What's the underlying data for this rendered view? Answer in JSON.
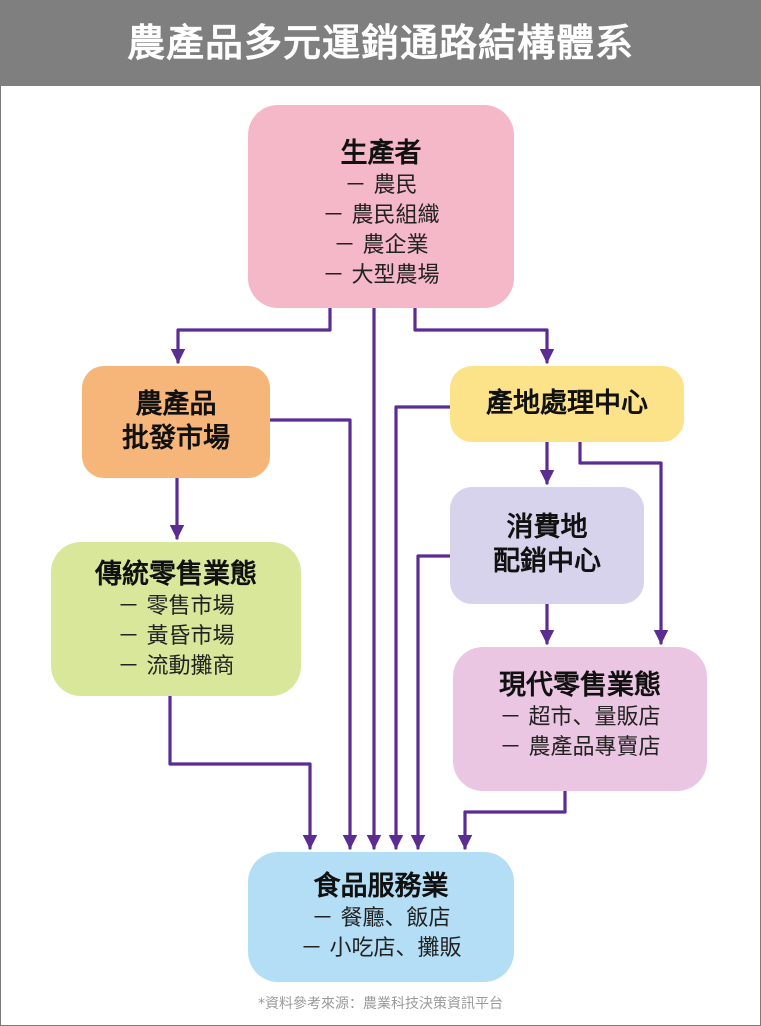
{
  "title": "農產品多元運銷通路結構體系",
  "colors": {
    "header": "#7f7f7f",
    "arrow": "#5b2c91",
    "producer": "#f4b8c8",
    "wholesale": "#f6b67a",
    "processing": "#fce38a",
    "consumer_center": "#d8d3ec",
    "traditional": "#d8e79a",
    "modern": "#ebc6e2",
    "food_service": "#b3def5"
  },
  "nodes": {
    "producer": {
      "title": "生產者",
      "items": [
        "－ 農民",
        "－ 農民組織",
        "－ 農企業",
        "－ 大型農場"
      ]
    },
    "wholesale": {
      "line1": "農產品",
      "line2": "批發市場"
    },
    "processing": {
      "title": "產地處理中心"
    },
    "consumer_center": {
      "line1": "消費地",
      "line2": "配銷中心"
    },
    "traditional": {
      "title": "傳統零售業態",
      "items": [
        "－ 零售市場",
        "－ 黃昏市場",
        "－ 流動攤商"
      ]
    },
    "modern": {
      "title": "現代零售業態",
      "items": [
        "－ 超市、量販店",
        "－ 農產品專賣店"
      ]
    },
    "food_service": {
      "title": "食品服務業",
      "items": [
        "－ 餐廳、飯店",
        "－ 小吃店、攤販"
      ]
    }
  },
  "footnote": "*資料參考來源：農業科技決策資訊平台"
}
